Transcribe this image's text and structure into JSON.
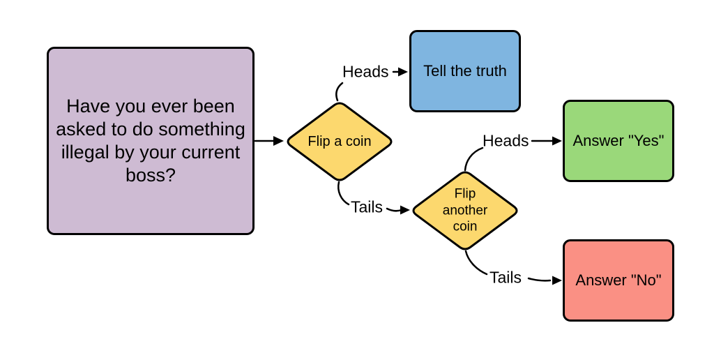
{
  "diagram": {
    "background": "#ffffff",
    "stroke_color": "#000000",
    "nodes": {
      "question": {
        "label": "Have you ever been\nasked to do something\nillegal by your current\nboss?",
        "fill": "#cebbd3",
        "shape": "rounded-rect"
      },
      "flip_coin_1": {
        "label": "Flip a coin",
        "fill": "#fcd86e",
        "shape": "diamond"
      },
      "tell_truth": {
        "label": "Tell the truth",
        "fill": "#7fb5e0",
        "shape": "rounded-rect"
      },
      "flip_coin_2": {
        "label": "Flip\nanother\ncoin",
        "fill": "#fcd86e",
        "shape": "diamond"
      },
      "answer_yes": {
        "label": "Answer \"Yes\"",
        "fill": "#9ad87a",
        "shape": "rounded-rect"
      },
      "answer_no": {
        "label": "Answer \"No\"",
        "fill": "#fa9084",
        "shape": "rounded-rect"
      }
    },
    "edges": [
      {
        "from": "question",
        "to": "flip_coin_1",
        "label": ""
      },
      {
        "from": "flip_coin_1",
        "to": "tell_truth",
        "label": "Heads"
      },
      {
        "from": "flip_coin_1",
        "to": "flip_coin_2",
        "label": "Tails"
      },
      {
        "from": "flip_coin_2",
        "to": "answer_yes",
        "label": "Heads"
      },
      {
        "from": "flip_coin_2",
        "to": "answer_no",
        "label": "Tails"
      }
    ]
  }
}
